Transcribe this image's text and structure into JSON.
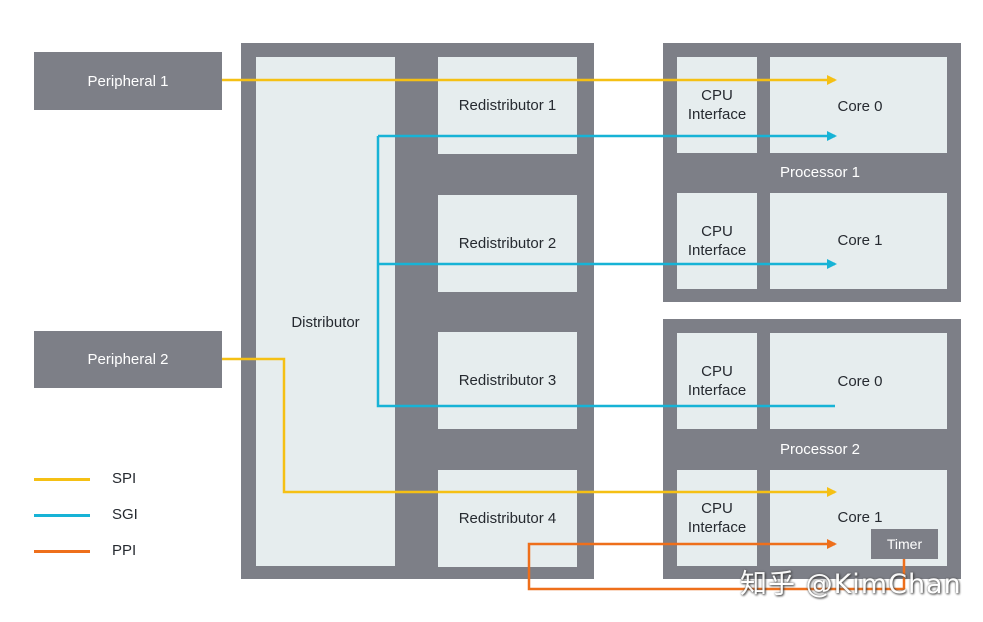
{
  "peripherals": [
    {
      "label": "Peripheral 1"
    },
    {
      "label": "Peripheral 2"
    }
  ],
  "distributor": {
    "label": "Distributor"
  },
  "redistributors": [
    {
      "label": "Redistributor 1"
    },
    {
      "label": "Redistributor 2"
    },
    {
      "label": "Redistributor 3"
    },
    {
      "label": "Redistributor 4"
    }
  ],
  "processors": [
    {
      "label": "Processor 1",
      "cores": [
        {
          "cpu_interface": "CPU\nInterface",
          "core": "Core 0"
        },
        {
          "cpu_interface": "CPU\nInterface",
          "core": "Core 1"
        }
      ]
    },
    {
      "label": "Processor 2",
      "cores": [
        {
          "cpu_interface": "CPU\nInterface",
          "core": "Core 0"
        },
        {
          "cpu_interface": "CPU\nInterface",
          "core": "Core 1"
        }
      ]
    }
  ],
  "timer": {
    "label": "Timer"
  },
  "legend": [
    {
      "label": "SPI",
      "color": "#f5c014"
    },
    {
      "label": "SGI",
      "color": "#17b3d6"
    },
    {
      "label": "PPI",
      "color": "#ee6f1b"
    }
  ],
  "colors": {
    "dark_block": "#7d7f87",
    "light_block": "#e6edee",
    "spi": "#f5c014",
    "sgi": "#17b3d6",
    "ppi": "#ee6f1b"
  },
  "watermark": "知乎 @KimChan"
}
